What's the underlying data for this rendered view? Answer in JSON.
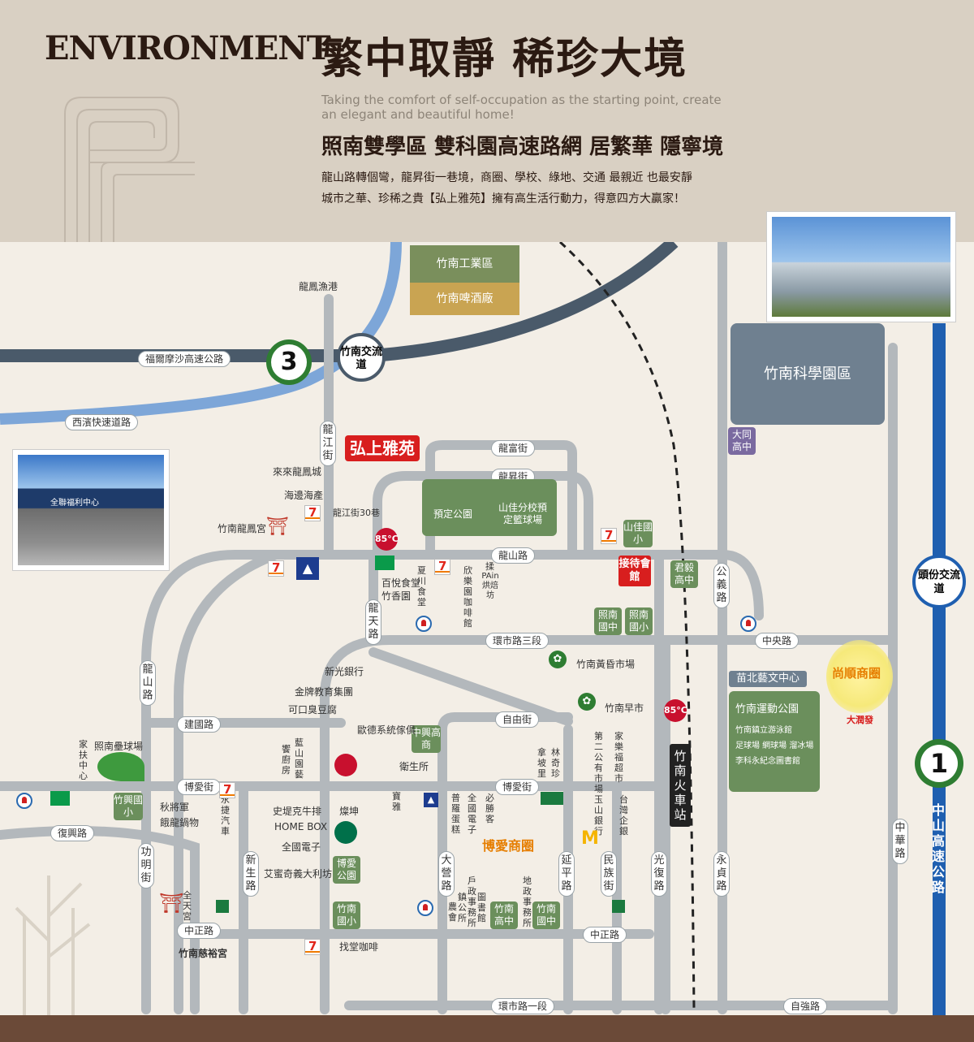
{
  "header": {
    "title_en": "ENVIRONMENT",
    "title_zh": "繁中取靜 稀珍大境",
    "subtitle_en_1": "Taking the comfort of self-occupation as the starting point, create",
    "subtitle_en_2": "an elegant and beautiful home!",
    "headline": "照南雙學區 雙科園高速路網 居繁華 隱寧境",
    "desc_1": "龍山路轉個彎，龍昇街一巷境，商圈、學校、綠地、交通 最親近 也最安靜",
    "desc_2": "城市之華、珍稀之貴【弘上雅苑】擁有高生活行動力，得意四方大贏家！"
  },
  "highways": {
    "h3_number": "3",
    "h1_number": "1",
    "h3_name": "福爾摩沙高速公路",
    "xibin": "西濱快速道路",
    "zhunan_ic": "竹南交流道",
    "toufen_ic": "頭份交流道",
    "zhongshan": "中山高速公路"
  },
  "roads": {
    "longshan_rd": "龍山路",
    "longfu": "龍富街",
    "longsheng": "龍昇街",
    "longjiang": "龍江街",
    "longtian": "龍天路",
    "longshan_v": "龍山路",
    "huanshi3": "環市路三段",
    "huanshi1": "環市路一段",
    "zhongyang": "中央路",
    "gongyi": "公義路",
    "jianguo": "建國路",
    "boai_st": "博愛街",
    "boai_st2": "博愛街",
    "ziyou": "自由街",
    "fuxing": "復興路",
    "gongming": "功明街",
    "zhongzheng": "中正路",
    "zhongzheng2": "中正路",
    "xinsheng": "新生路",
    "daying": "大營路",
    "yanping": "延平路",
    "minzu": "民族街",
    "guangfu": "光復路",
    "yongzhen": "永貞路",
    "zhonghua": "中華路",
    "ziqiang": "自強路"
  },
  "areas": {
    "industrial": "竹南工業區",
    "brewery": "竹南啤酒廠",
    "science_park": "竹南科學園區",
    "project": "弘上雅苑",
    "reception": "接待會館",
    "park_plan": "預定公園",
    "shanjia_branch": "山佳分校預定籃球場",
    "shanjia_school": "山佳國小",
    "zhaonan_middle": "照南國中",
    "zhaonan_elem": "照南國小",
    "junyi": "君毅高中",
    "datong": "大同高中",
    "zhongxing_high": "中興高商",
    "zhuxing_elem": "竹興國小",
    "boai_park": "博愛公園",
    "zhunan_elem": "竹南國小",
    "zhunan_high": "竹南高中",
    "zhunan_middle": "竹南國中",
    "station": "竹南火車站",
    "shangshun": "尚順商圈",
    "boai_circle": "博愛商圈",
    "miaobei": "苗北藝文中心",
    "sports_park": "竹南運動公園",
    "sports_1": "竹南鎮立游泳館",
    "sports_2": "足球場 網球場 溜冰場",
    "sports_3": "李科永紀念圖書館",
    "rtmart": "大潤發"
  },
  "pois": {
    "longfeng_port": "龍鳳漁港",
    "lailai": "來來龍鳳城",
    "haibian": "海邊海產",
    "longjiang30": "龍江街30巷",
    "longfeng_temple": "竹南龍鳳宮",
    "baiyue": "百悅食堂",
    "zhuxiang": "竹香園",
    "xiachuan": "夏川食堂",
    "xinle": "欣樂園咖啡館",
    "pain": "PAin烘焙坊",
    "pain_top": "揉",
    "huanghun": "竹南黃昏市場",
    "zaoshi": "竹南早市",
    "shinkong": "新光銀行",
    "jinpai": "金牌教育集團",
    "kekou": "可口臭豆腐",
    "oude": "歐德系統傢俱",
    "weisheng": "衛生所",
    "lanshan": "藍山園藝",
    "xiangchu": "饗廚房",
    "baseball": "照南壘球場",
    "jiafu": "家扶中心",
    "qiujiang": "秋將軍",
    "elong": "餓龍鍋物",
    "yongjie": "永捷汽車",
    "shiti": "史堤克牛排",
    "homebox": "HOME BOX",
    "quanguo1": "全國電子",
    "aimi": "艾蜜奇義大利坊",
    "meikun": "燦坤",
    "baoya": "寶雅",
    "puluo": "普羅蛋糕",
    "quanguo2": "全國電子",
    "bisheng": "必勝客",
    "nahuo": "拿坡里",
    "linqizhen": "林奇珍",
    "dier": "第二公有市場",
    "jiale": "家樂福超市",
    "yushan": "玉山銀行",
    "taiwan_bank": "台灣企銀",
    "huzheng": "戶政事務所",
    "zhengong": "鎮公所",
    "nonghui": "農會",
    "library": "圖書館",
    "dizheng": "地政事務所",
    "quantian": "全天宮",
    "ciyu": "竹南慈裕宮",
    "zhaotang": "找堂咖啡",
    "b85": "85°C",
    "tongdahang": "永捷汽車"
  },
  "photos": {
    "left": "全聯福利中心"
  }
}
